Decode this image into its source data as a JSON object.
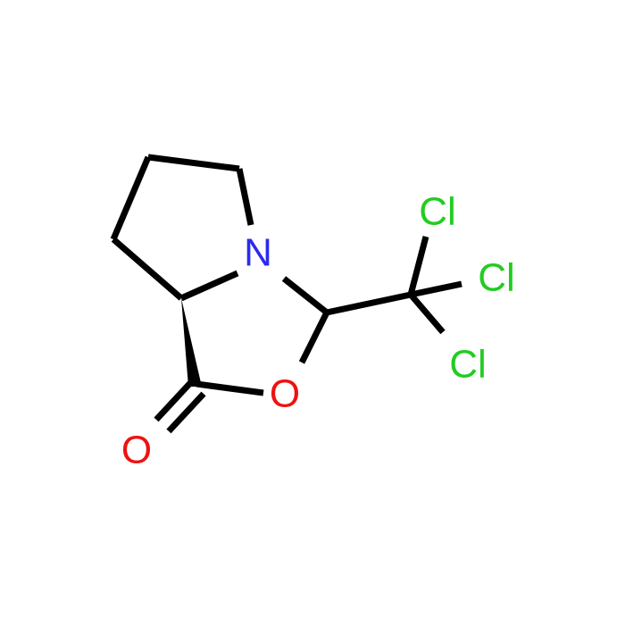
{
  "molecule": {
    "atoms": {
      "nitrogen": {
        "symbol": "N",
        "color": "#2b2bf0"
      },
      "ring_oxygen": {
        "symbol": "O",
        "color": "#ee1111"
      },
      "carbonyl_oxygen": {
        "symbol": "O",
        "color": "#ee1111"
      },
      "chlorine_1": {
        "symbol": "Cl",
        "color": "#22cc22"
      },
      "chlorine_2": {
        "symbol": "Cl",
        "color": "#22cc22"
      },
      "chlorine_3": {
        "symbol": "Cl",
        "color": "#22cc22"
      }
    },
    "bond_color": "#000000"
  }
}
